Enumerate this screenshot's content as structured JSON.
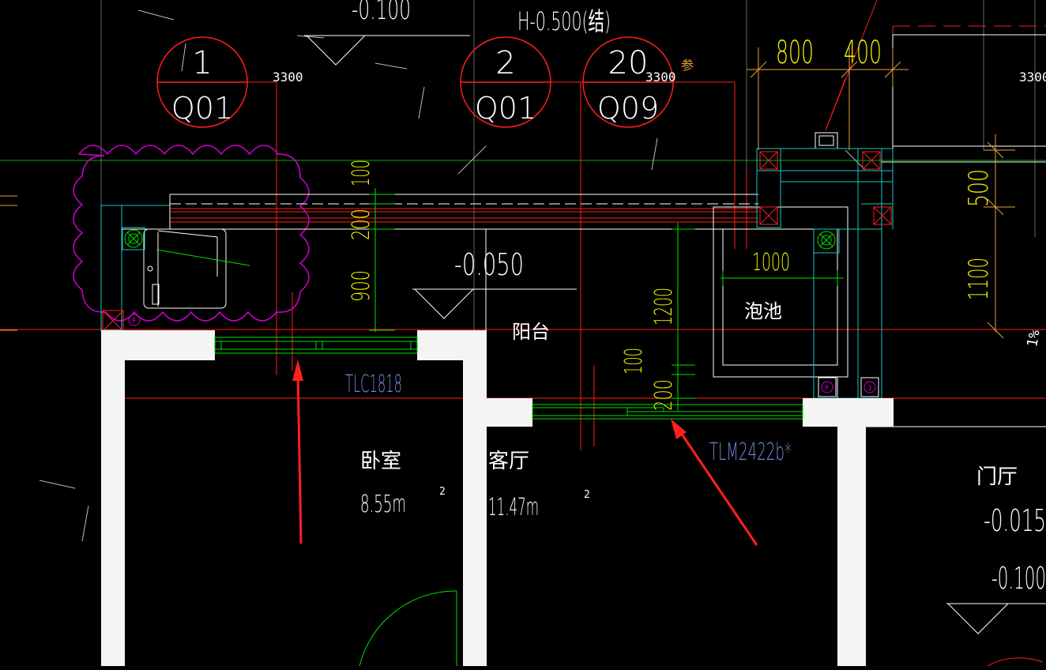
{
  "colors": {
    "background": "#000000",
    "wall": "#f4f4f4",
    "red": "#ff1e1e",
    "green": "#00e100",
    "cyan": "#19c8c8",
    "yellow": "#f0f000",
    "orange": "#e8a040",
    "magenta": "#d000d0",
    "white": "#ffffff",
    "blue_text": "#6f8ad8",
    "grey": "#8a8a8a",
    "arrow": "#ff2020"
  },
  "elevations": {
    "top_left": "-0.100",
    "top_center": "H-0.500(结)",
    "balcony": "-0.050",
    "hall_1": "-0.015",
    "hall_2": "-0.100"
  },
  "callouts": [
    {
      "number": "1",
      "code": "Q01"
    },
    {
      "number": "2",
      "code": "Q01"
    },
    {
      "number": "20",
      "code": "Q09"
    }
  ],
  "side_mark": "参",
  "axis_dims": [
    "3300",
    "3300",
    "3300"
  ],
  "dims_top": [
    "800",
    "400"
  ],
  "dims_left_vertical": [
    "100",
    "200",
    "900"
  ],
  "dims_mid_vertical": [
    "1200",
    "100",
    "200"
  ],
  "dims_right_vertical": [
    "500",
    "1100"
  ],
  "dim_pool_width": "1000",
  "rooms": {
    "balcony": "阳台",
    "pool": "泡池",
    "bedroom": "卧室",
    "bedroom_area": "8.55m",
    "living": "客厅",
    "living_area": "11.47m",
    "area_unit_sup": "2",
    "hall": "门厅",
    "percent_mark": "1%"
  },
  "openings": {
    "window": "TLC1818",
    "door": "TLM2422b*"
  },
  "equipment_tags": [
    "F",
    "F",
    "J"
  ]
}
